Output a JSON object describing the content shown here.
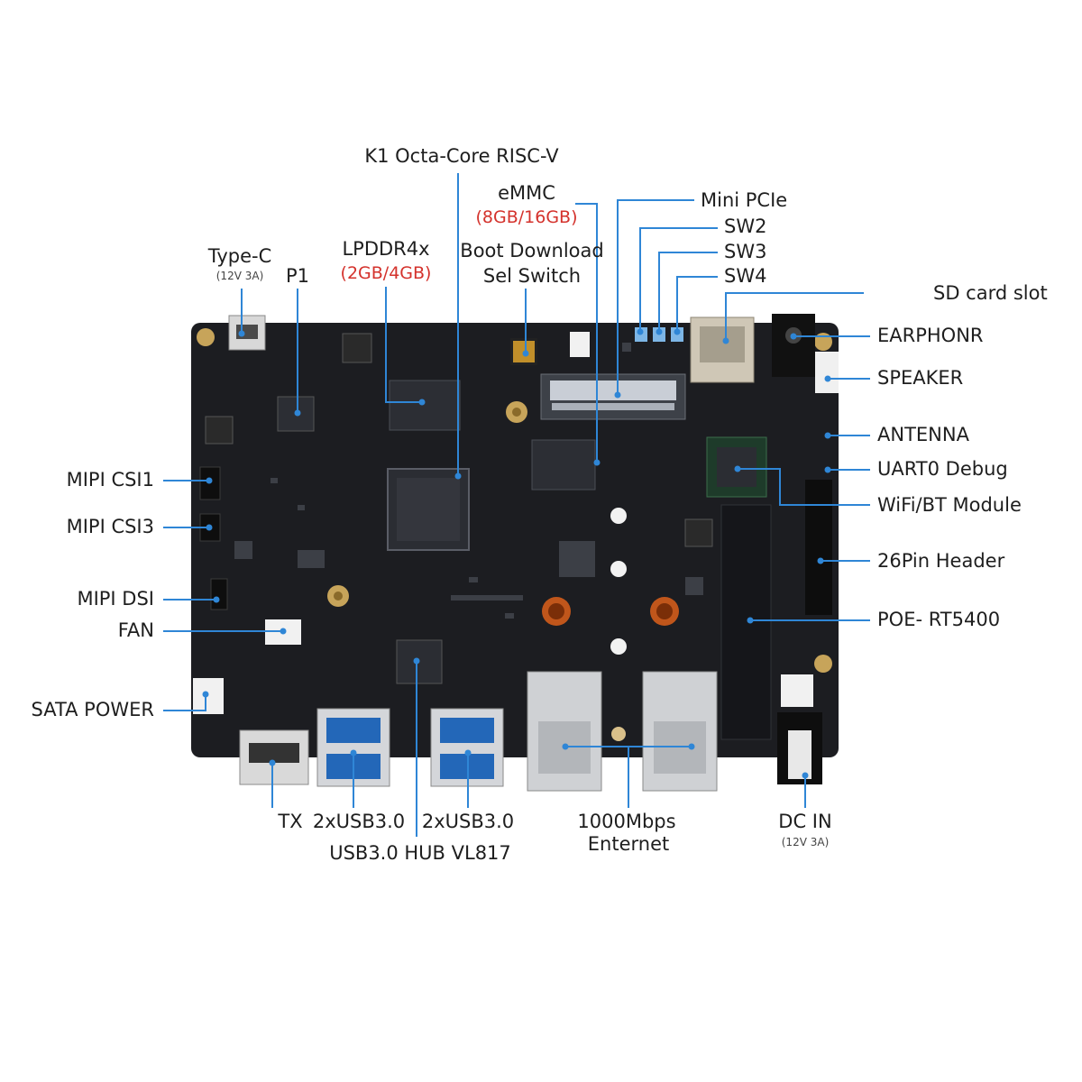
{
  "labels": {
    "k1": "K1 Octa-Core RISC-V",
    "emmc": "eMMC",
    "emmc_size": "(8GB/16GB)",
    "mini_pcie": "Mini PCIe",
    "sw2": "SW2",
    "sw3": "SW3",
    "sw4": "SW4",
    "lpddr": "LPDDR4x",
    "lpddr_size": "(2GB/4GB)",
    "boot_line1": "Boot Download",
    "boot_line2": "Sel Switch",
    "typec": "Type-C",
    "typec_spec": "(12V 3A)",
    "p1": "P1",
    "sd_card": "SD card slot",
    "earphone": "EARPHONR",
    "speaker": "SPEAKER",
    "antenna": "ANTENNA",
    "uart": "UART0 Debug",
    "wifi": "WiFi/BT Module",
    "header26": "26Pin Header",
    "poe": "POE- RT5400",
    "csi1": "MIPI CSI1",
    "csi3": "MIPI CSI3",
    "dsi": "MIPI DSI",
    "fan": "FAN",
    "sata": "SATA POWER",
    "tx": "TX",
    "usb1": "2xUSB3.0",
    "usb2": "2xUSB3.0",
    "usb_hub": "USB3.0 HUB VL817",
    "eth_line1": "1000Mbps",
    "eth_line2": "Enternet",
    "dcin": "DC IN",
    "dcin_spec": "(12V 3A)"
  },
  "colors": {
    "pcb": "#1c1d21",
    "callout_line": "#2f86d6",
    "callout_dot": "#2f86d6",
    "size_text": "#d4322c",
    "label_text": "#1e1e1e"
  }
}
